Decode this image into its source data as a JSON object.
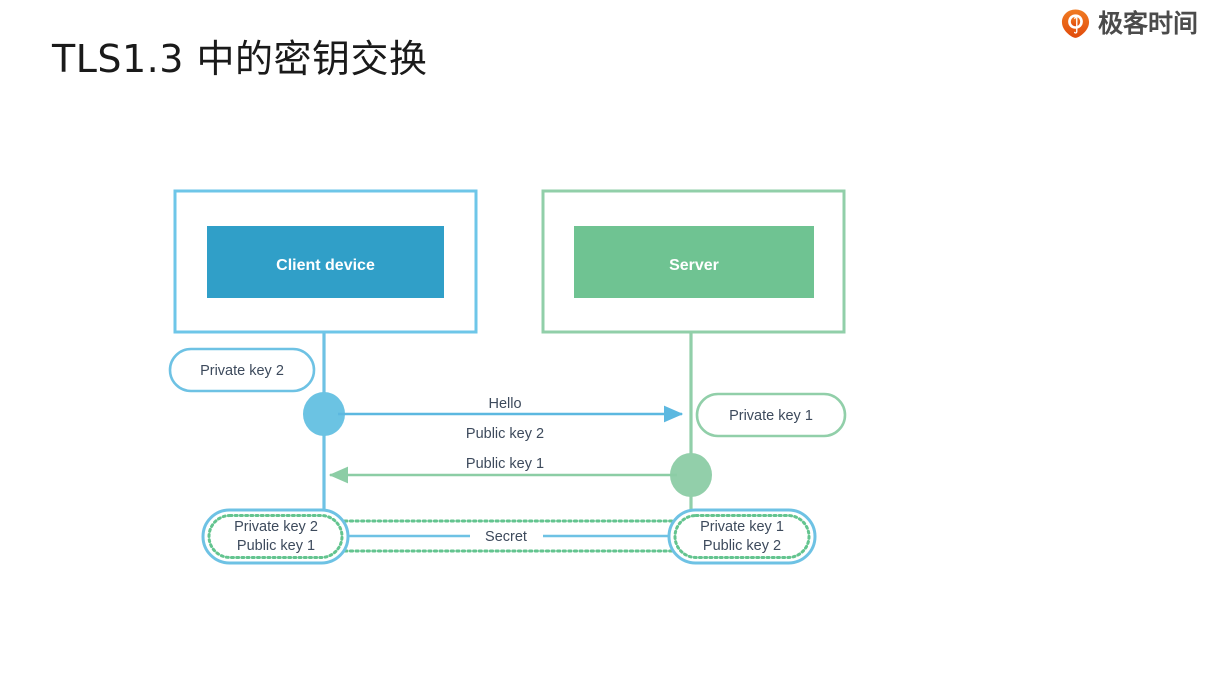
{
  "slide": {
    "title": "TLS1.3 中的密钥交换",
    "background": "#ffffff"
  },
  "brand": {
    "name": "极客时间",
    "icon": "geektime-logo-icon",
    "accent": "#e8540f",
    "text_color": "#4b4b4b"
  },
  "colors": {
    "blue_fill": "#309fc8",
    "blue_line": "#6ec2e4",
    "blue_border": "#6ec6e8",
    "green_fill": "#6fc392",
    "green_line": "#91cfa9",
    "green_border": "#91cfa9",
    "text": "#3d4a5c",
    "dotted_green": "#63c48f"
  },
  "diagram": {
    "title": "tls13-key-exchange-diagram",
    "client": {
      "label": "Client device",
      "outer_border_color": "#6ec6e8",
      "fill": "#309fc8"
    },
    "server": {
      "label": "Server",
      "outer_border_color": "#91cfa9",
      "fill": "#6fc392"
    },
    "client_private_key": {
      "label": "Private key 2",
      "border_color": "#6ec2e4"
    },
    "server_private_key": {
      "label": "Private key 1",
      "border_color": "#91cfa9"
    },
    "messages": [
      {
        "label": "Hello",
        "direction": "client-to-server",
        "color": "#6ec2e4"
      },
      {
        "label": "Public key 2",
        "direction": "client-to-server",
        "color": "#6ec2e4"
      },
      {
        "label": "Public key 1",
        "direction": "server-to-client",
        "color": "#91cfa9"
      }
    ],
    "client_result": {
      "line1": "Private key 2",
      "line2": "Public key 1"
    },
    "server_result": {
      "line1": "Private key 1",
      "line2": "Public key 2"
    },
    "shared": {
      "label": "Secret"
    }
  }
}
